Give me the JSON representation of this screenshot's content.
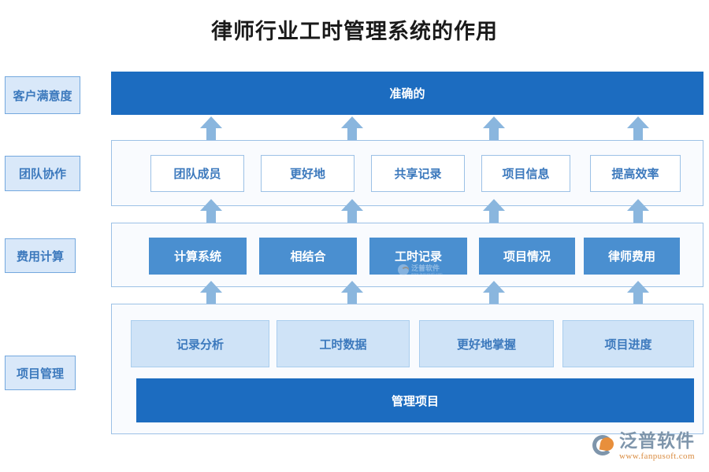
{
  "title": "律师行业工时管理系统的作用",
  "colors": {
    "solid_blue": "#1c6cc0",
    "mid_blue": "#4a8fd0",
    "light_blue": "#cfe3f7",
    "panel_bg": "#f9fbfe",
    "panel_border": "#9cc1e6",
    "label_bg": "#d9e8f9",
    "label_border": "#74a8de",
    "text_blue": "#3c79bd",
    "arrow_blue": "#8ab6de",
    "brand_gray": "#7e95ab",
    "brand_orange": "#d98b3f"
  },
  "stage_labels": [
    {
      "label": "客户满意度"
    },
    {
      "label": "团队协作"
    },
    {
      "label": "费用计算"
    },
    {
      "label": "项目管理"
    }
  ],
  "top_bar": {
    "label": "准确的"
  },
  "row_team": {
    "boxes": [
      {
        "label": "团队成员"
      },
      {
        "label": "更好地"
      },
      {
        "label": "共享记录"
      },
      {
        "label": "项目信息"
      },
      {
        "label": "提高效率"
      }
    ]
  },
  "row_cost": {
    "boxes": [
      {
        "label": "计算系统"
      },
      {
        "label": "相结合"
      },
      {
        "label": "工时记录"
      },
      {
        "label": "项目情况"
      },
      {
        "label": "律师费用"
      }
    ]
  },
  "row_project": {
    "boxes": [
      {
        "label": "记录分析"
      },
      {
        "label": "工时数据"
      },
      {
        "label": "更好地掌握"
      },
      {
        "label": "项目进度"
      }
    ],
    "footer": {
      "label": "管理项目"
    }
  },
  "watermark": {
    "name": "泛普软件",
    "url": "www.fanpusoft.com"
  },
  "brand": {
    "name": "泛普软件",
    "url": "www.fanpusoft.com"
  }
}
